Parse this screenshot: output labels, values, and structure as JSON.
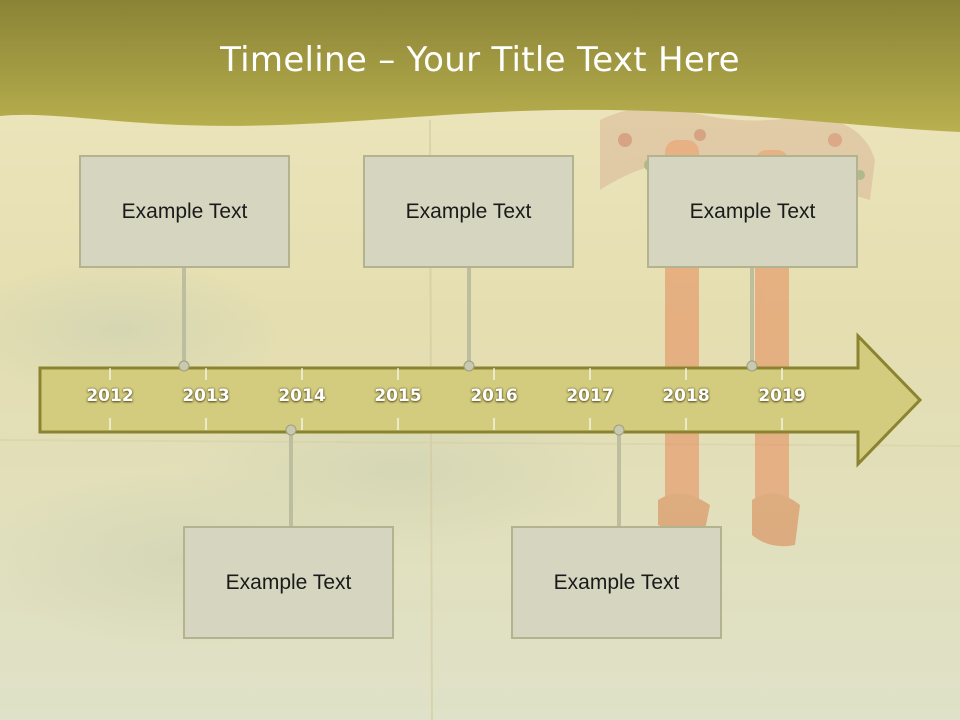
{
  "title": "Timeline – Your Title Text Here",
  "years": [
    "2012",
    "2013",
    "2014",
    "2015",
    "2016",
    "2017",
    "2018",
    "2019"
  ],
  "events_top": [
    {
      "text": "Example Text"
    },
    {
      "text": "Example Text"
    },
    {
      "text": "Example Text"
    }
  ],
  "events_bottom": [
    {
      "text": "Example Text"
    },
    {
      "text": "Example Text"
    }
  ],
  "colors": {
    "header": "#a8a03a",
    "arrow_fill": "#d3cc7e",
    "arrow_stroke": "#8a8330",
    "box_fill": "#d6d6c0",
    "box_border": "#b3b38f",
    "connector": "#bdbd9f"
  }
}
